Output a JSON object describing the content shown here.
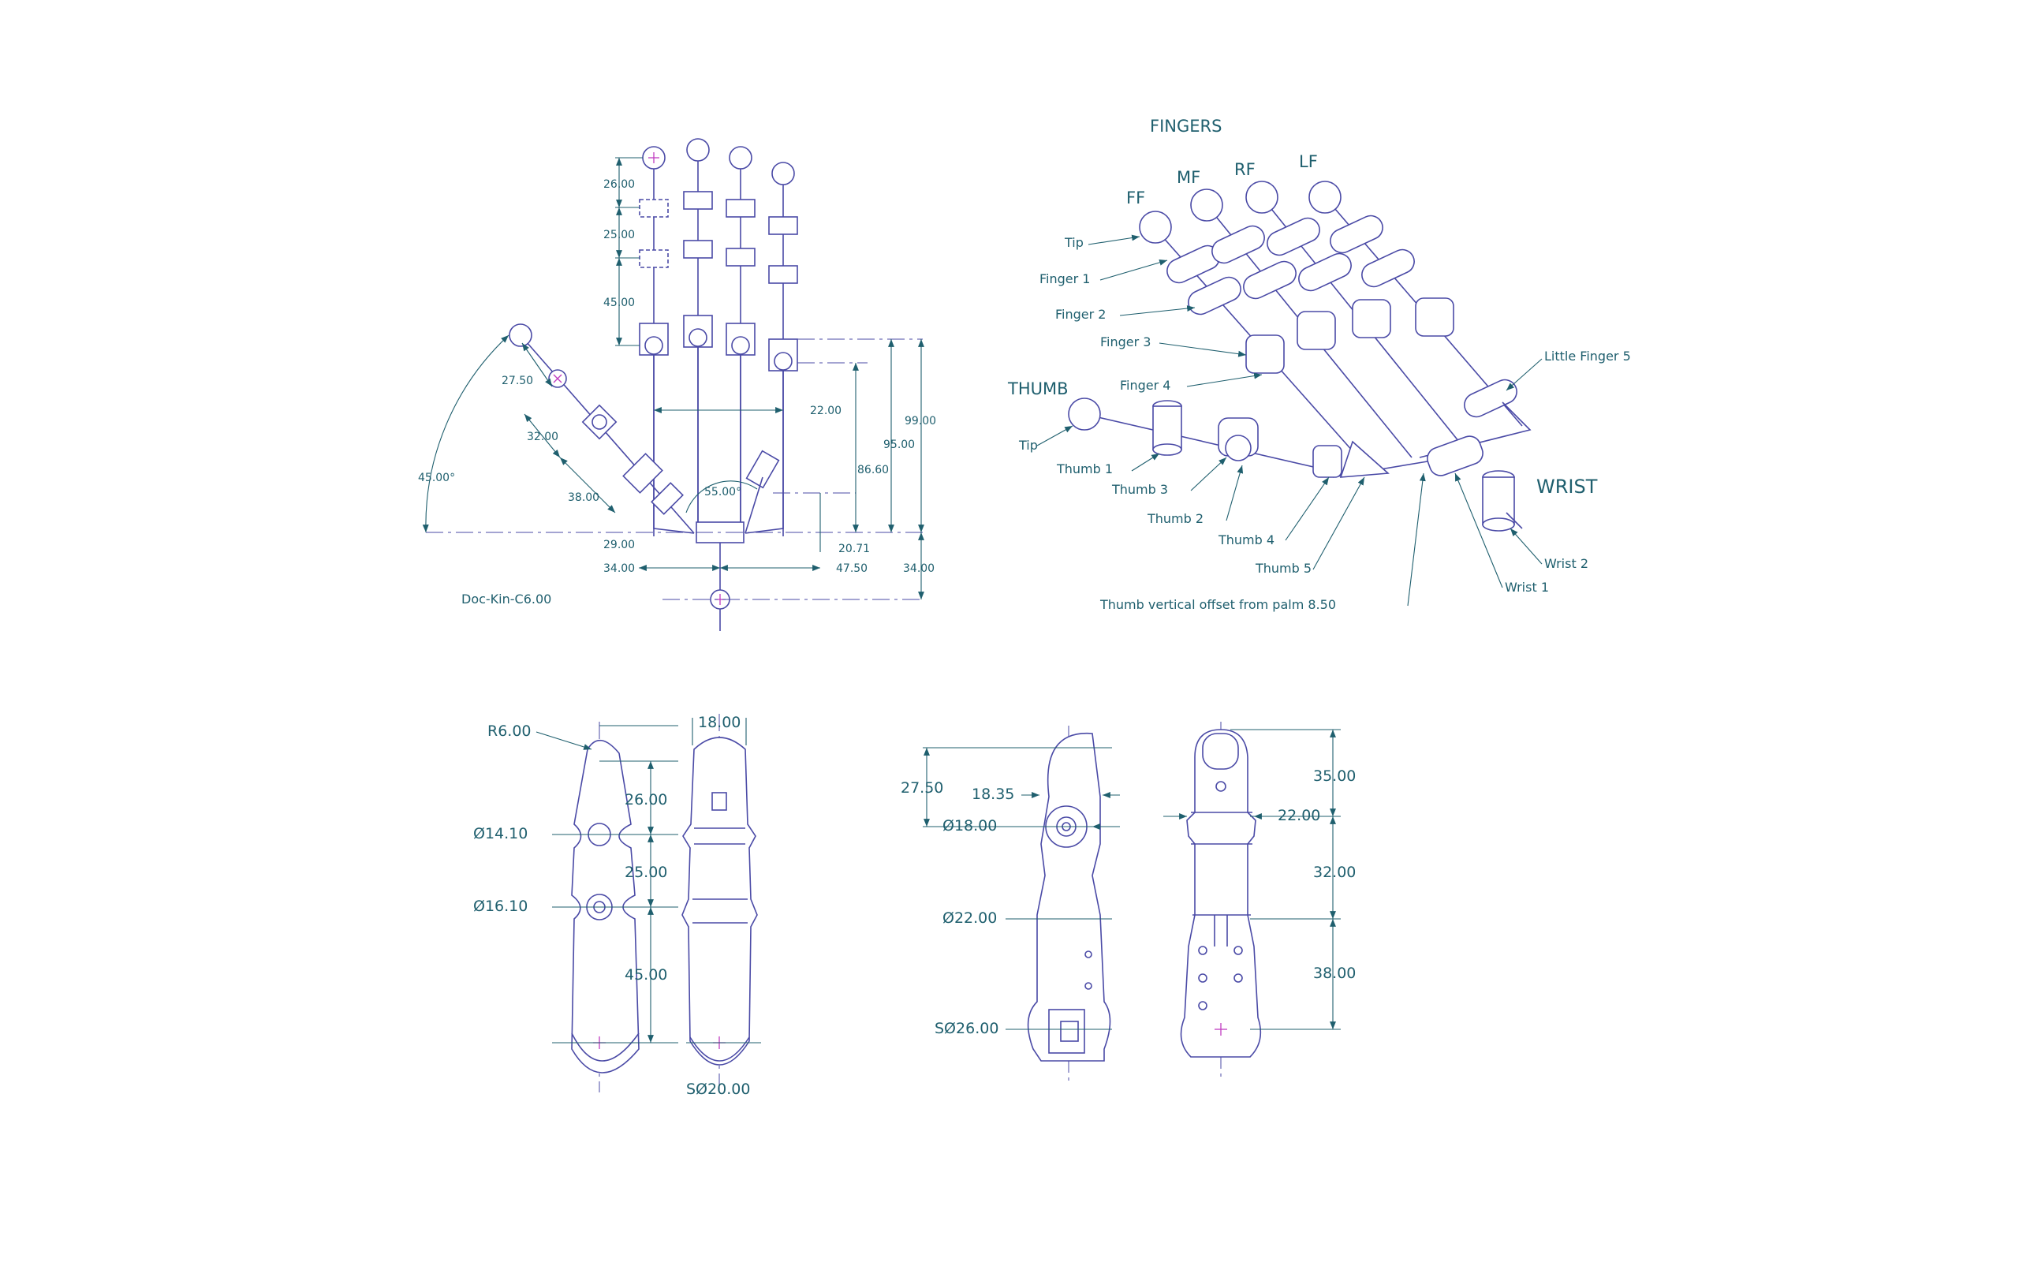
{
  "kinematic": {
    "doc_label": "Doc-Kin-C6.00",
    "dims": {
      "d26": "26.00",
      "d25": "25.00",
      "d45": "45.00",
      "d2750": "27.50",
      "d32": "32.00",
      "d38": "38.00",
      "d29": "29.00",
      "d34l": "34.00",
      "d4750": "47.50",
      "d34r": "34.00",
      "d2071": "20.71",
      "d8660": "86.60",
      "d95": "95.00",
      "d99": "99.00",
      "d22": "22.00",
      "a45": "45.00°",
      "a55": "55.00°"
    }
  },
  "iso": {
    "fingers_title": "FINGERS",
    "finger_codes": [
      "FF",
      "MF",
      "RF",
      "LF"
    ],
    "thumb_title": "THUMB",
    "wrist_title": "WRIST",
    "labels": {
      "tip": "Tip",
      "finger1": "Finger 1",
      "finger2": "Finger 2",
      "finger3": "Finger 3",
      "finger4": "Finger 4",
      "little5": "Little Finger 5",
      "thumb_tip": "Tip",
      "thumb1": "Thumb 1",
      "thumb3": "Thumb 3",
      "thumb2": "Thumb 2",
      "thumb4": "Thumb 4",
      "thumb5": "Thumb 5",
      "offset": "Thumb vertical offset from palm 8.50",
      "wrist1": "Wrist 1",
      "wrist2": "Wrist 2"
    }
  },
  "finger_views": {
    "r6": "R6.00",
    "d26": "26.00",
    "dia1410": "Ø14.10",
    "d25": "25.00",
    "dia1610": "Ø16.10",
    "d45": "45.00",
    "top18": "18.00",
    "sdia20": "SØ20.00"
  },
  "thumb_views": {
    "d2750": "27.50",
    "d1835": "18.35",
    "dia18": "Ø18.00",
    "dia22": "Ø22.00",
    "sdia26": "SØ26.00",
    "d35": "35.00",
    "d22": "22.00",
    "d32": "32.00",
    "d38": "38.00"
  }
}
